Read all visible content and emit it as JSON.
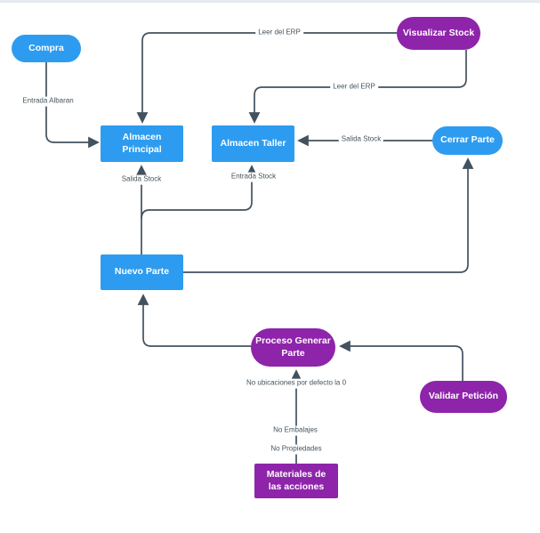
{
  "diagram": {
    "type": "flowchart",
    "colors": {
      "node_blue": "#2d9cf0",
      "node_purple": "#8e24aa",
      "edge_line": "#42525f",
      "node_text": "#ffffff",
      "edge_label_text": "#44545e",
      "top_border": "#e8ecf1"
    },
    "nodes": {
      "compra": {
        "label": "Compra",
        "shape": "stadium",
        "fill": "blue"
      },
      "visualizar_stock": {
        "label": "Visualizar Stock",
        "shape": "stadium",
        "fill": "purple"
      },
      "almacen_principal": {
        "label": "Almacen Principal",
        "shape": "rect",
        "fill": "blue"
      },
      "almacen_taller": {
        "label": "Almacen Taller",
        "shape": "rect",
        "fill": "blue"
      },
      "cerrar_parte": {
        "label": "Cerrar Parte",
        "shape": "stadium",
        "fill": "blue"
      },
      "nuevo_parte": {
        "label": "Nuevo Parte",
        "shape": "rect",
        "fill": "blue"
      },
      "proceso_generar_parte": {
        "label": "Proceso Generar Parte",
        "shape": "stadium",
        "fill": "purple"
      },
      "validar_peticion": {
        "label": "Validar Petición",
        "shape": "stadium",
        "fill": "purple"
      },
      "materiales_acciones": {
        "label": "Materiales de las acciones",
        "shape": "rect",
        "fill": "purple"
      }
    },
    "edge_labels": {
      "entrada_albaran": "Entrada Albaran",
      "leer_del_erp_1": "Leer del ERP",
      "leer_del_erp_2": "Leer del ERP",
      "salida_stock_cerrar": "Salida Stock",
      "salida_stock_nuevo": "Salida Stock",
      "entrada_stock": "Entrada Stock",
      "no_ubicaciones": "No ubicaciones por defecto la 0",
      "no_embalajes": "No Embalajes",
      "no_propiedades": "No Propiedades"
    },
    "edges": [
      {
        "from": "Compra",
        "to": "Almacen Principal",
        "labels": [
          "Entrada Albaran"
        ]
      },
      {
        "from": "Visualizar Stock",
        "to": "Almacen Principal",
        "labels": [
          "Leer del ERP"
        ]
      },
      {
        "from": "Visualizar Stock",
        "to": "Almacen Taller",
        "labels": [
          "Leer del ERP"
        ]
      },
      {
        "from": "Cerrar Parte",
        "to": "Almacen Taller",
        "labels": [
          "Salida Stock"
        ]
      },
      {
        "from": "Nuevo Parte",
        "to": "Almacen Principal",
        "labels": [
          "Salida Stock"
        ]
      },
      {
        "from": "Nuevo Parte",
        "to": "Almacen Taller",
        "labels": [
          "Entrada Stock"
        ]
      },
      {
        "from": "Nuevo Parte",
        "to": "Cerrar Parte",
        "labels": []
      },
      {
        "from": "Proceso Generar Parte",
        "to": "Nuevo Parte",
        "labels": []
      },
      {
        "from": "Validar Petición",
        "to": "Proceso Generar Parte",
        "labels": []
      },
      {
        "from": "Materiales de las acciones",
        "to": "Proceso Generar Parte",
        "labels": [
          "No ubicaciones por defecto la 0",
          "No Embalajes",
          "No Propiedades"
        ]
      }
    ]
  }
}
